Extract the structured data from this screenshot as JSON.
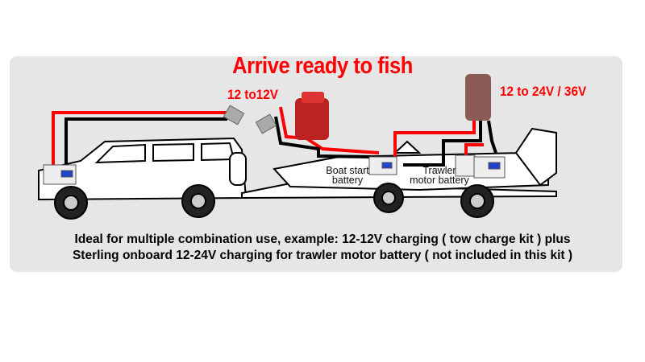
{
  "title": "Arrive ready to fish",
  "labels": {
    "tow_charge": "12 to12V",
    "onboard_charge": "12 to 24V / 36V",
    "boat_start_battery": [
      "Boat start",
      "battery"
    ],
    "trawler_battery": [
      "Trawler",
      "motor battery"
    ]
  },
  "caption": [
    "Ideal for multiple combination use, example: 12-12V charging ( tow charge kit ) plus",
    "Sterling onboard 12-24V charging for trawler motor battery ( not included in this kit )"
  ],
  "colors": {
    "positive_wire": "#ff0000",
    "negative_wire": "#000000",
    "panel": "#e6e6e6"
  }
}
